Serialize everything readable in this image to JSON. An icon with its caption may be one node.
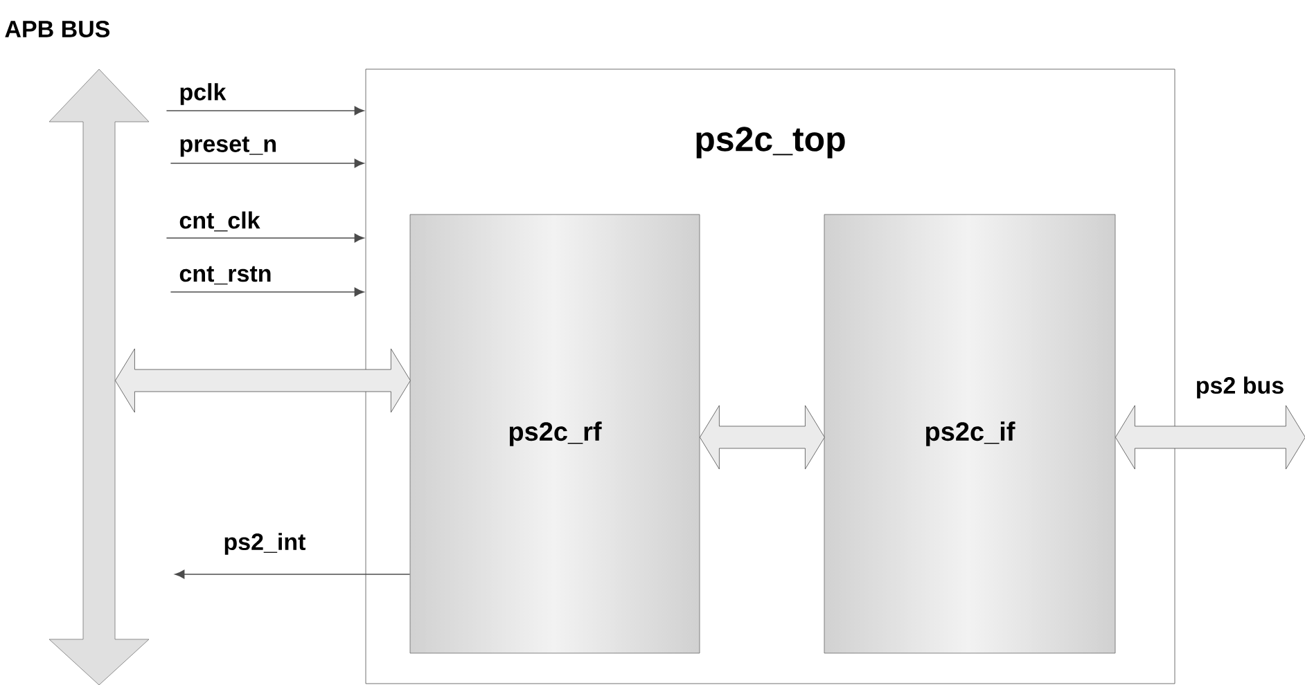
{
  "diagram": {
    "nodes": [
      {
        "text": [
          "APB BUS"
        ]
      },
      {
        "text": [
          "ps2c_top"
        ]
      },
      {
        "text": [
          "ps2c_rf"
        ],
        "in": 1
      },
      {
        "text": [
          "ps2c_if"
        ],
        "in": 1
      }
    ],
    "edges": [
      {
        "from": 0,
        "to": 1,
        "arrow": "to",
        "label": "pclk"
      },
      {
        "from": 0,
        "to": 1,
        "arrow": "to",
        "label": "preset_n"
      },
      {
        "from": 0,
        "to": 1,
        "arrow": "to",
        "label": "cnt_clk"
      },
      {
        "from": 0,
        "to": 1,
        "arrow": "to",
        "label": "cnt_rstn"
      },
      {
        "from": 0,
        "to": 2,
        "arrow": "both",
        "style": "thick"
      },
      {
        "from": 2,
        "to": 0,
        "arrow": "to",
        "label": "ps2_int"
      },
      {
        "from": 2,
        "to": 3,
        "arrow": "both",
        "style": "thick"
      },
      {
        "from": 3,
        "to": null,
        "arrow": "both",
        "style": "thick",
        "label": "ps2 bus"
      }
    ]
  }
}
